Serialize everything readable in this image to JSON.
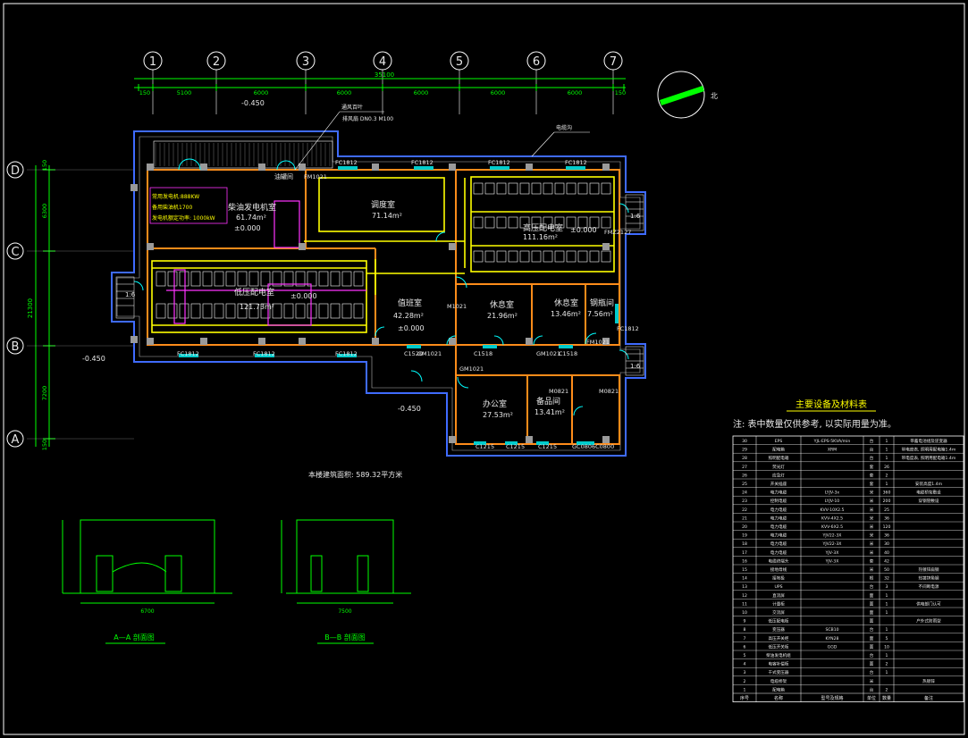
{
  "axes_columns": [
    "1",
    "2",
    "3",
    "4",
    "5",
    "6",
    "7"
  ],
  "axes_rows": [
    "D",
    "C",
    "B",
    "A"
  ],
  "dims_top": [
    "150",
    "5100",
    "6000",
    "6000",
    "6000",
    "6000",
    "6000",
    "150"
  ],
  "dim_total_top": "35100",
  "dims_left": [
    "150",
    "6300",
    "7200",
    "150"
  ],
  "dim_total_left": "21300",
  "levels": {
    "outside_top": "-0.450",
    "outside_left": "-0.450",
    "outside_bottom": "-0.450",
    "room_level": "±0.000",
    "room_level_b": "±0.000",
    "room_level_c": "±0.000"
  },
  "callouts": {
    "cable_trench": "电缆沟",
    "vent": "通风百叶",
    "fan": "排风扇 DN0.3 M100"
  },
  "rooms": {
    "generator": {
      "name": "柴油发电机室",
      "area": "61.74m²"
    },
    "ctrl": {
      "name": "调度室",
      "area": "71.14m²"
    },
    "hv": {
      "name": "高压配电室",
      "area": "111.16m²"
    },
    "lv": {
      "name": "低压配电室",
      "area": "121.73m²"
    },
    "duty": {
      "name": "值班室",
      "area": "42.28m²"
    },
    "rest": {
      "name": "休息室",
      "area": "21.96m²"
    },
    "rest2": {
      "name": "休息室",
      "area": "13.46m²"
    },
    "stair": {
      "name": "钢瓶间",
      "area": "7.56m²"
    },
    "office": {
      "name": "办公室",
      "area": "27.53m²"
    },
    "spare": {
      "name": "备品间",
      "area": "13.41m²"
    },
    "oil": {
      "name": "油罐间"
    }
  },
  "gen_notes": [
    "常用发电机:888KW",
    "备用柴油机1700",
    "发电机额定功率: 1000kW"
  ],
  "windows": [
    "FC1812",
    "FC1812",
    "FC1812",
    "FC1812",
    "FC1812",
    "FC1812",
    "FC1812",
    "C1520",
    "C1518",
    "C1518",
    "C1215",
    "C1215",
    "C1215",
    "GC0806C0800",
    "FMZ2127",
    "FM1021",
    "M1021",
    "GM1021",
    "GM1021",
    "GM1021",
    "FC1812",
    "FM1021",
    "M0821",
    "M0821"
  ],
  "ratio": "1:6",
  "total_area": "本楼建筑面积: 589.32平方米",
  "sections": {
    "aa": "A—A 剖面图",
    "bb": "B—B 剖面图",
    "aa_dim": "6700",
    "bb_dim": "7500"
  },
  "table": {
    "title": "主要设备及材料表",
    "note": "注: 表中数量仅供参考, 以实际用量为准。",
    "headers": [
      "序号",
      "名称",
      "型号及规格",
      "单位",
      "数量",
      "备注"
    ],
    "rows": [
      [
        "30",
        "EPS",
        "YJL-EPS-5KVA/min",
        "台",
        "1",
        "带蓄电池组及逆变器"
      ],
      [
        "29",
        "配电箱",
        "XRM",
        "台",
        "1",
        "带电度表, 照明用配电箱1.4m"
      ],
      [
        "28",
        "照明配电箱",
        "",
        "台",
        "1",
        "带电度表, 照明用配电箱1.4m"
      ],
      [
        "27",
        "荧光灯",
        "",
        "套",
        "26",
        ""
      ],
      [
        "26",
        "应急灯",
        "",
        "套",
        "2",
        ""
      ],
      [
        "25",
        "开关插座",
        "",
        "套",
        "1",
        "安装高度1.4m"
      ],
      [
        "24",
        "电力电缆",
        "LYJV-3x",
        "米",
        "360",
        "电缆桥架敷设"
      ],
      [
        "23",
        "控制电缆",
        "LYJV-10",
        "米",
        "200",
        "穿钢管敷设"
      ],
      [
        "22",
        "电力电缆",
        "KVV-10X2.5",
        "米",
        "25",
        ""
      ],
      [
        "21",
        "电力电缆",
        "KVV-4X2.5",
        "米",
        "36",
        ""
      ],
      [
        "20",
        "电力电缆",
        "KVV-6X2.5",
        "米",
        "120",
        ""
      ],
      [
        "19",
        "电力电缆",
        "YJV22-3X",
        "米",
        "36",
        ""
      ],
      [
        "18",
        "电力电缆",
        "YJV22-3X",
        "米",
        "30",
        ""
      ],
      [
        "17",
        "电力电缆",
        "YJV-3X",
        "米",
        "40",
        ""
      ],
      [
        "16",
        "电缆终端头",
        "YJV-3X",
        "套",
        "42",
        ""
      ],
      [
        "15",
        "接地母线",
        "",
        "米",
        "50",
        "热镀锌扁钢"
      ],
      [
        "14",
        "接地极",
        "",
        "根",
        "32",
        "热镀锌角钢"
      ],
      [
        "13",
        "UPS",
        "",
        "台",
        "3",
        "不间断电源"
      ],
      [
        "12",
        "直流屏",
        "",
        "面",
        "1",
        ""
      ],
      [
        "11",
        "计量柜",
        "",
        "面",
        "1",
        "供电部门认可"
      ],
      [
        "10",
        "交流屏",
        "",
        "面",
        "1",
        ""
      ],
      [
        "9",
        "低压配电柜",
        "",
        "面",
        "",
        "户外式防雨型"
      ],
      [
        "8",
        "变压器",
        "SCB10",
        "台",
        "1",
        ""
      ],
      [
        "7",
        "高压开关柜",
        "KYN28",
        "面",
        "5",
        ""
      ],
      [
        "6",
        "低压开关柜",
        "GGD",
        "面",
        "10",
        ""
      ],
      [
        "5",
        "柴油发电机组",
        "",
        "台",
        "1",
        ""
      ],
      [
        "4",
        "电容补偿柜",
        "",
        "面",
        "2",
        ""
      ],
      [
        "3",
        "干式变压器",
        "",
        "台",
        "1",
        ""
      ],
      [
        "2",
        "电缆桥架",
        "",
        "米",
        "",
        "热镀锌"
      ],
      [
        "1",
        "配电箱",
        "",
        "台",
        "2",
        ""
      ]
    ],
    "footer": [
      "序号",
      "名称",
      "型号及规格",
      "单位",
      "数量",
      "备注"
    ]
  }
}
